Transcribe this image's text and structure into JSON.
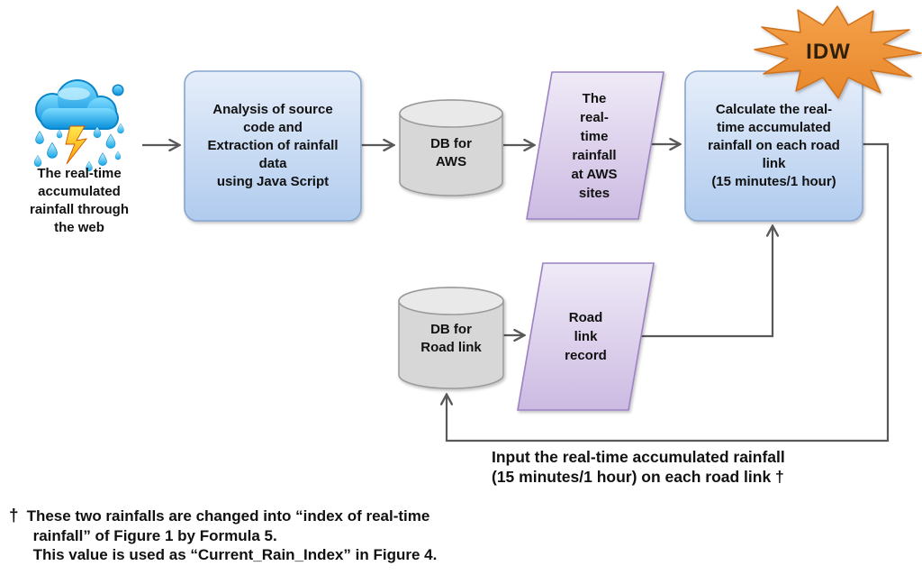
{
  "nodes": {
    "source": {
      "label": "The real-time\naccumulated\nrainfall through\nthe web"
    },
    "analysis": {
      "label": "Analysis of source\ncode and\nExtraction of rainfall\ndata\nusing Java Script"
    },
    "db_aws": {
      "label": "DB for\nAWS"
    },
    "aws_rainfall": {
      "label": "The\nreal-\ntime\nrainfall\nat AWS\nsites"
    },
    "calculate": {
      "label": "Calculate the real-\ntime accumulated\nrainfall on each road\nlink\n(15 minutes/1 hour)"
    },
    "idw": {
      "label": "IDW"
    },
    "db_roadlink": {
      "label": "DB for\nRoad link"
    },
    "roadlink_record": {
      "label": "Road\nlink\nrecord"
    }
  },
  "captions": {
    "feedback": "Input the real-time accumulated rainfall\n(15 minutes/1 hour) on each road link †",
    "footnote_dagger": "†",
    "footnote": "These two rainfalls are changed into “index of real-time\nrainfall” of Figure 1 by Formula 5.\nThis value is used as “Current_Rain_Index” in Figure 4."
  },
  "icons": {
    "source_icon": "storm-cloud-rain-lightning-icon",
    "idw_icon": "starburst-badge"
  },
  "colors": {
    "process_fill_top": "#e6eefa",
    "process_fill_bottom": "#b0cbee",
    "process_border": "#87a5cd",
    "io_fill_top": "#efeaf7",
    "io_fill_bottom": "#ccbae2",
    "io_border": "#9c81c3",
    "db_fill": "#d7d7d7",
    "db_top": "#e9e9e9",
    "db_border": "#9a9a9a",
    "burst_fill_top": "#f4a14b",
    "burst_fill_bottom": "#e8872a",
    "burst_border": "#d0711c",
    "connector": "#595959",
    "text": "#111111"
  }
}
